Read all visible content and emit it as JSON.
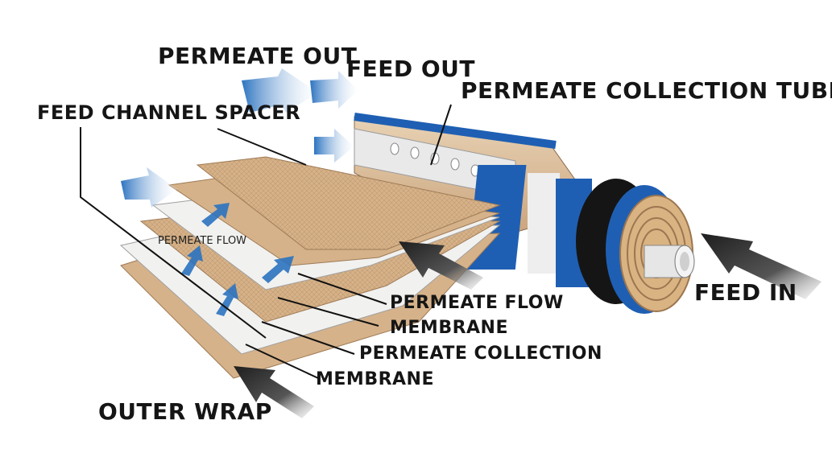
{
  "labels": {
    "permeate_out": "PERMEATE OUT",
    "feed_out": "FEED OUT",
    "permeate_collection_tube": "PERMEATE COLLECTION TUBE",
    "feed_channel_spacer": "FEED CHANNEL SPACER",
    "permeate_flow_inner": "PERMEATE FLOW",
    "feed_in": "FEED IN",
    "permeate_flow": "PERMEATE FLOW",
    "membrane_1": "MEMBRANE",
    "permeate_collection": "PERMEATE COLLECTION",
    "membrane_2": "MEMBRANE",
    "outer_wrap": "OUTER WRAP"
  },
  "colors": {
    "sheet_tan": "#d6b28a",
    "sheet_light": "#f1f1ef",
    "tube_blue": "#1f5fb3",
    "band_black": "#151515",
    "arrow_blue": "#2c73c0",
    "arrow_dark": "#1e1e1e"
  }
}
